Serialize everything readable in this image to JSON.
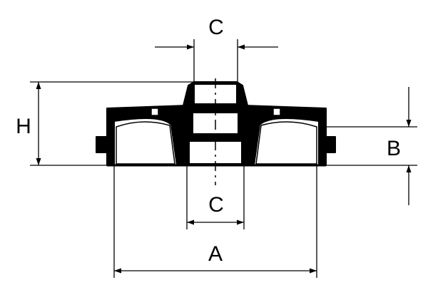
{
  "diagram": {
    "labels": {
      "top_bore": "C",
      "bottom_bore": "C",
      "height": "H",
      "flange": "B",
      "diameter": "A"
    },
    "colors": {
      "ink": "#000000",
      "paper": "#ffffff"
    }
  }
}
